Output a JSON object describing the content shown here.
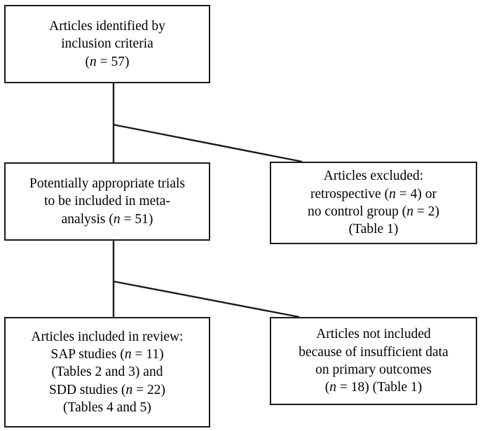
{
  "diagram": {
    "type": "flowchart",
    "title": "Study selection flow diagram",
    "line_color": "#1a1a1a",
    "background_color": "#ffffff",
    "text_color": "#000000"
  },
  "nodes": {
    "identified": {
      "name": "Articles identified by inclusion criteria",
      "lines": [
        {
          "text": "Articles identified by"
        },
        {
          "text": "inclusion criteria"
        },
        {
          "pre": "(",
          "var": "n",
          "post": " = 57)"
        }
      ],
      "count": 57
    },
    "potential": {
      "name": "Potentially appropriate trials to be included in meta-analysis",
      "lines": [
        {
          "text": "Potentially appropriate trials"
        },
        {
          "text": "to be included in meta-"
        },
        {
          "pre": "analysis (",
          "var": "n",
          "post": " = 51)"
        }
      ],
      "count": 51
    },
    "excluded": {
      "name": "Articles excluded",
      "lines": [
        {
          "text": "Articles excluded:"
        },
        {
          "pre": "retrospective (",
          "var": "n",
          "post": " = 4) or"
        },
        {
          "pre": "no control group (",
          "var": "n",
          "post": " = 2)"
        },
        {
          "text": "(Table 1)"
        }
      ],
      "counts": {
        "retrospective": 4,
        "no_control_group": 2
      },
      "table_reference": "Table 1"
    },
    "included": {
      "name": "Articles included in review",
      "lines": [
        {
          "text": "Articles included in review:"
        },
        {
          "pre": "SAP studies (",
          "var": "n",
          "post": " = 11)"
        },
        {
          "text": "(Tables 2 and 3) and"
        },
        {
          "pre": "SDD studies (",
          "var": "n",
          "post": " = 22)"
        },
        {
          "text": "(Tables 4 and 5)"
        }
      ],
      "counts": {
        "sap_studies": 11,
        "sdd_studies": 22
      },
      "table_references": [
        "Tables 2 and 3",
        "Tables 4 and 5"
      ]
    },
    "not_included": {
      "name": "Articles not included because of insufficient data",
      "lines": [
        {
          "text": "Articles not included"
        },
        {
          "text": "because of insufficient data"
        },
        {
          "text": "on primary outcomes"
        },
        {
          "pre": "(",
          "var": "n",
          "post": " = 18) (Table 1)"
        }
      ],
      "count": 18,
      "table_reference": "Table 1"
    }
  },
  "connectors": [
    {
      "name": "identified-to-potential",
      "kind": "vertical"
    },
    {
      "name": "identified-to-excluded",
      "kind": "diagonal"
    },
    {
      "name": "potential-to-included",
      "kind": "vertical"
    },
    {
      "name": "potential-to-not-included",
      "kind": "diagonal"
    }
  ]
}
